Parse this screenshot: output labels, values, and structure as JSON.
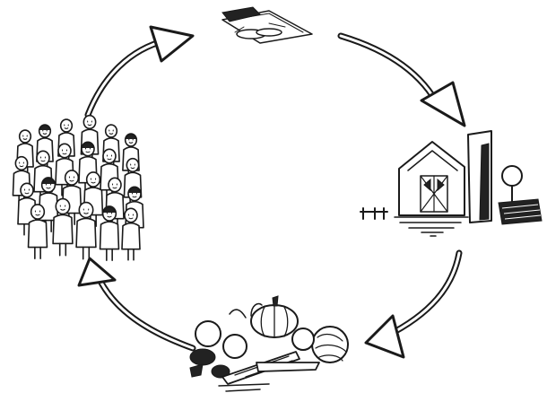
{
  "diagram": {
    "type": "cycle",
    "nodes": [
      {
        "id": "money",
        "icon": "money-stack-icon"
      },
      {
        "id": "farm",
        "icon": "farm-barn-icon"
      },
      {
        "id": "produce",
        "icon": "vegetables-pile-icon"
      },
      {
        "id": "community",
        "icon": "people-crowd-icon"
      }
    ],
    "edges": [
      {
        "from": "money",
        "to": "farm",
        "icon": "cycle-arrow-icon"
      },
      {
        "from": "farm",
        "to": "produce",
        "icon": "cycle-arrow-icon"
      },
      {
        "from": "produce",
        "to": "community",
        "icon": "cycle-arrow-icon"
      },
      {
        "from": "community",
        "to": "money",
        "icon": "cycle-arrow-icon"
      }
    ],
    "colors": {
      "ink": "#1a1a1a",
      "background": "#ffffff"
    }
  }
}
